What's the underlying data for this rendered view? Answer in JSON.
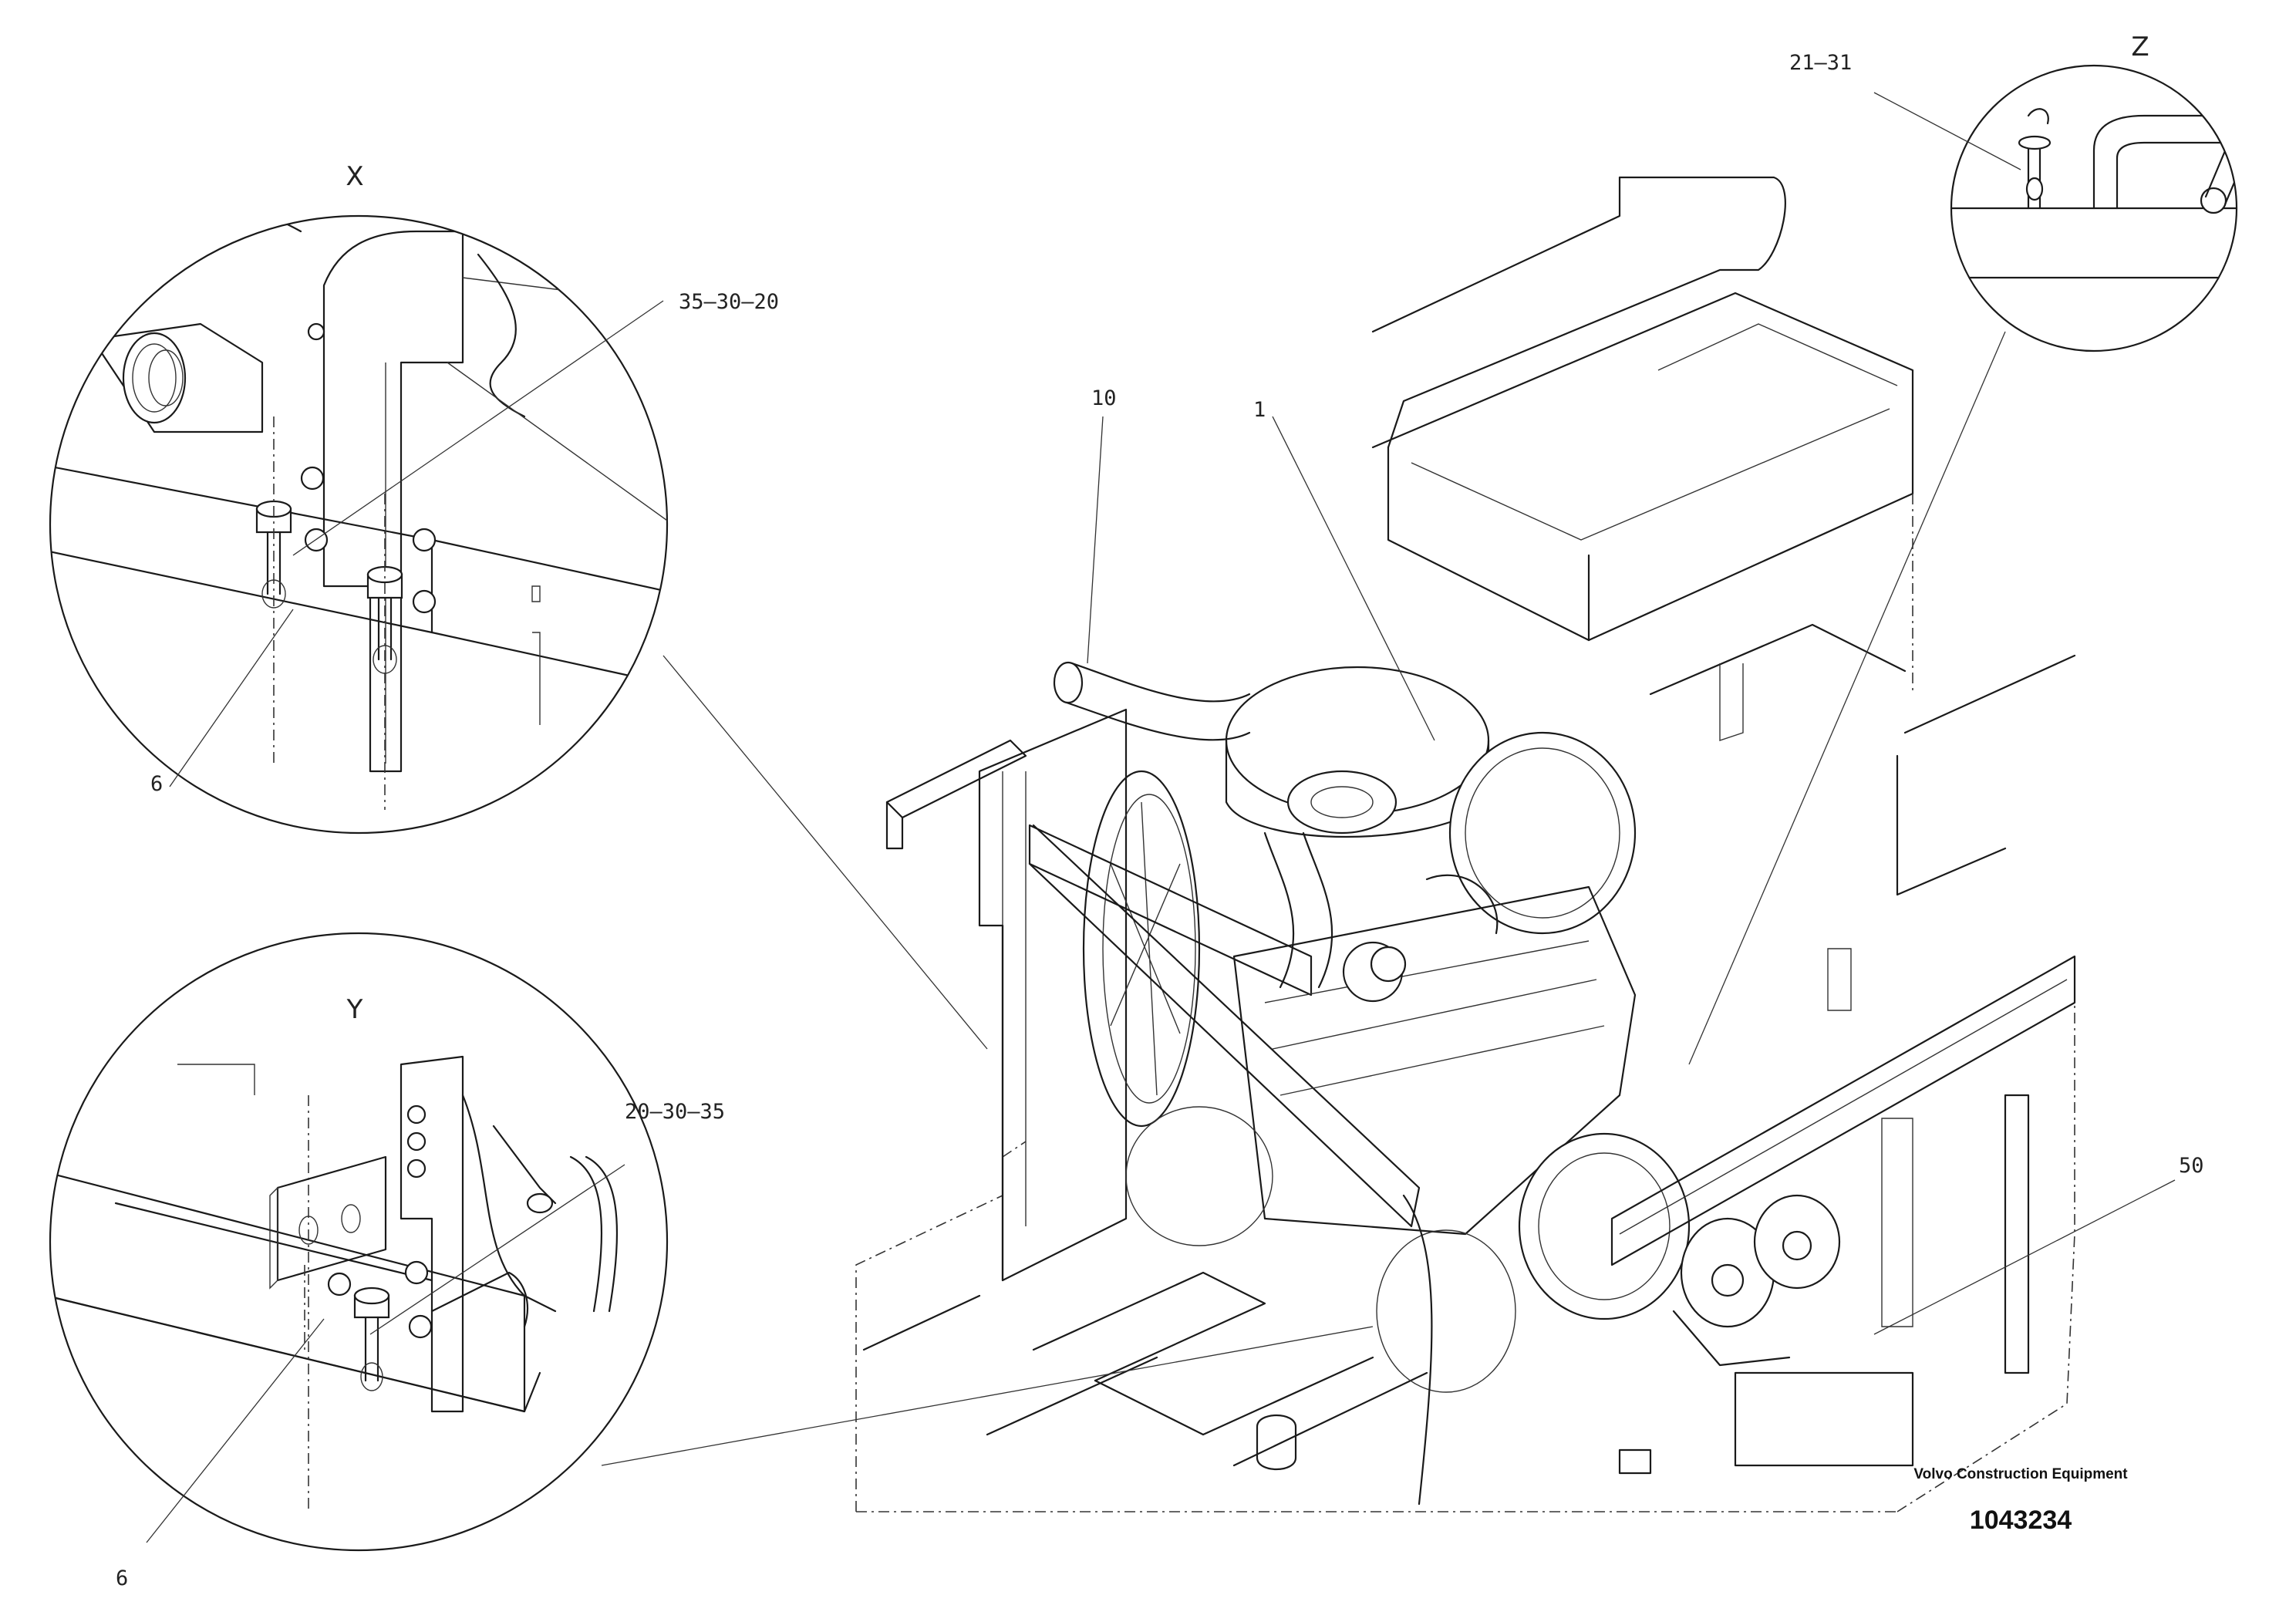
{
  "views": {
    "x": "X",
    "y": "Y",
    "z": "Z"
  },
  "callouts": {
    "ref_35_30_20": "35–30–20",
    "ref_20_30_35": "20–30–35",
    "ref_21_31": "21–31",
    "ref_10": "10",
    "ref_1": "1",
    "ref_50": "50",
    "ref_6_x": "6",
    "ref_6_y": "6"
  },
  "title_block": {
    "brand": "Volvo Construction Equipment",
    "drawing_number": "1043234"
  }
}
